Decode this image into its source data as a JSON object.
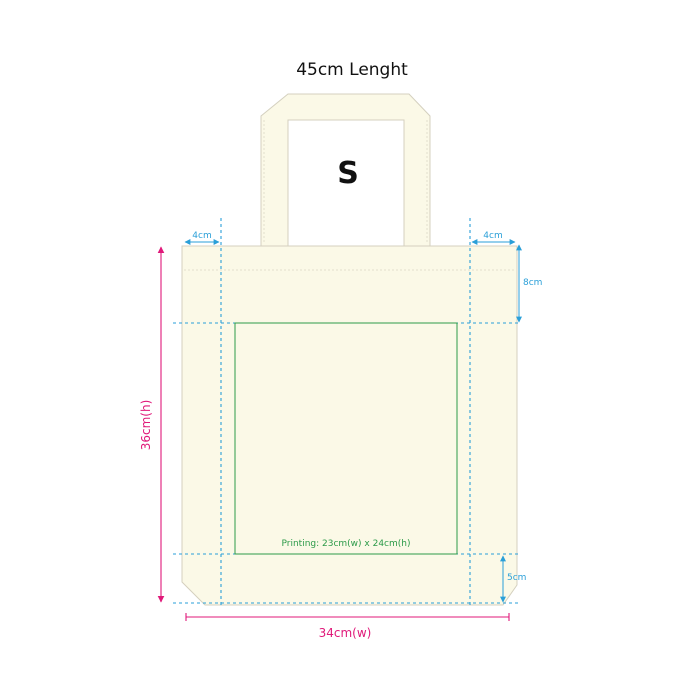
{
  "title": "45cm Lenght",
  "size_label": "S",
  "dimensions": {
    "side_margin_left": "4cm",
    "side_margin_right": "4cm",
    "top_margin": "8cm",
    "bottom_margin": "5cm",
    "height": "36cm(h)",
    "width": "34cm(w)"
  },
  "print_area_label": "Printing: 23cm(w) x 24cm(h)",
  "colors": {
    "bag_fill": "#fbf9e7",
    "bag_stroke": "#d4d0bf",
    "guide_cyan": "#2a9fd8",
    "measure_magenta": "#e0197a",
    "print_green": "#2c9a49"
  }
}
